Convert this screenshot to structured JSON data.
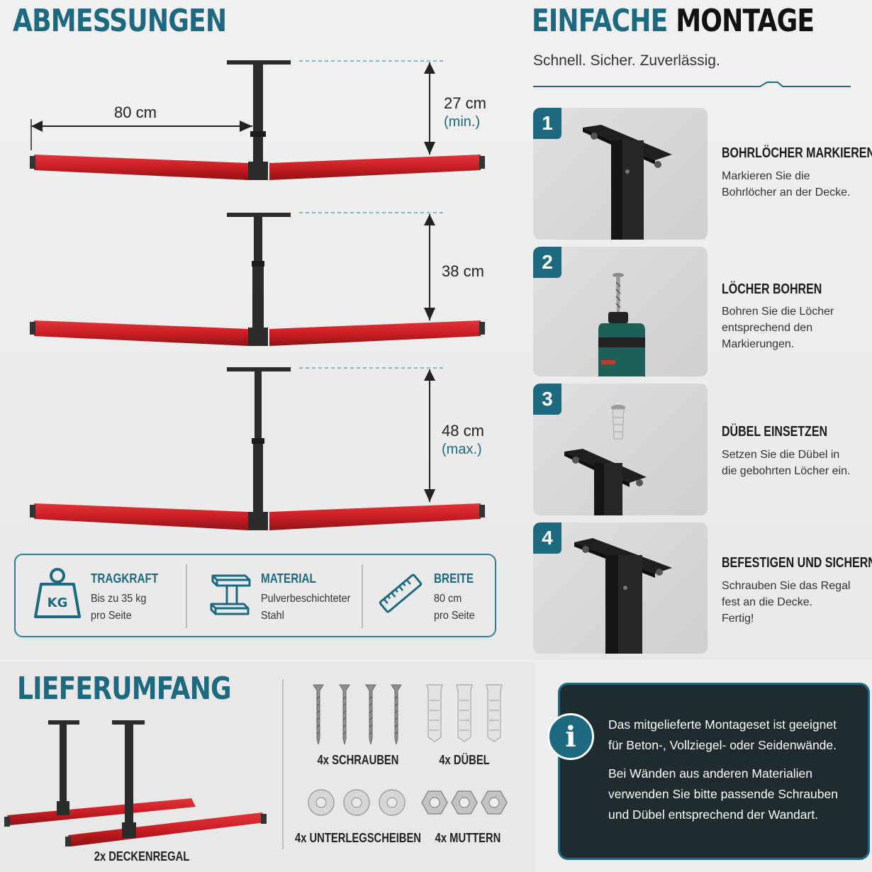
{
  "dimensions": {
    "title": "ABMESSUNGEN",
    "width_label": "80 cm",
    "h1_label": "27 cm",
    "h1_sub": "(min.)",
    "h2_label": "38 cm",
    "h3_label": "48 cm",
    "h3_sub": "(max.)"
  },
  "features": [
    {
      "title": "TRAGKRAFT",
      "line1": "Bis zu 35 kg",
      "line2": "pro Seite",
      "icon": "weight-kg-icon",
      "icon_text": "KG"
    },
    {
      "title": "MATERIAL",
      "line1": "Pulverbeschichteter",
      "line2": "Stahl",
      "icon": "steel-beam-icon"
    },
    {
      "title": "BREITE",
      "line1": "80 cm",
      "line2": "pro Seite",
      "icon": "ruler-icon"
    }
  ],
  "montage": {
    "title_a": "EINFACHE",
    "title_b": "MONTAGE",
    "subtitle": "Schnell. Sicher. Zuverlässig.",
    "steps": [
      {
        "num": "1",
        "title": "BOHRLÖCHER MARKIEREN",
        "lines": [
          "Markieren Sie die",
          "Bohrlöcher an der Decke."
        ]
      },
      {
        "num": "2",
        "title": "LÖCHER BOHREN",
        "lines": [
          "Bohren Sie die Löcher",
          "entsprechend den",
          "Markierungen."
        ]
      },
      {
        "num": "3",
        "title": "DÜBEL EINSETZEN",
        "lines": [
          "Setzen Sie die Dübel in",
          "die gebohrten Löcher ein."
        ]
      },
      {
        "num": "4",
        "title": "BEFESTIGEN UND SICHERN",
        "lines": [
          "Schrauben Sie das Regal",
          "fest an die Decke.",
          "Fertig!"
        ]
      }
    ]
  },
  "delivery": {
    "title": "LIEFERUMFANG",
    "rack_label": "2x DECKENREGAL",
    "screws_label": "4x SCHRAUBEN",
    "dowels_label": "4x DÜBEL",
    "washers_label": "4x UNTERLEGSCHEIBEN",
    "nuts_label": "4x MUTTERN"
  },
  "info": {
    "icon_text": "i",
    "p1a": "Das mitgelieferte Montageset ist geeignet",
    "p1b": "für Beton-, Vollziegel- oder Seidenwände.",
    "p2a": "Bei Wänden aus anderen Materialien",
    "p2b": "verwenden Sie bitte passende Schrauben",
    "p2c": "und Dübel entsprechend der Wandart."
  },
  "colors": {
    "accent": "#1d6a80",
    "pad_red": "#c81e24",
    "steel": "#2b2b2b",
    "info_bg": "#1f2b2e"
  }
}
